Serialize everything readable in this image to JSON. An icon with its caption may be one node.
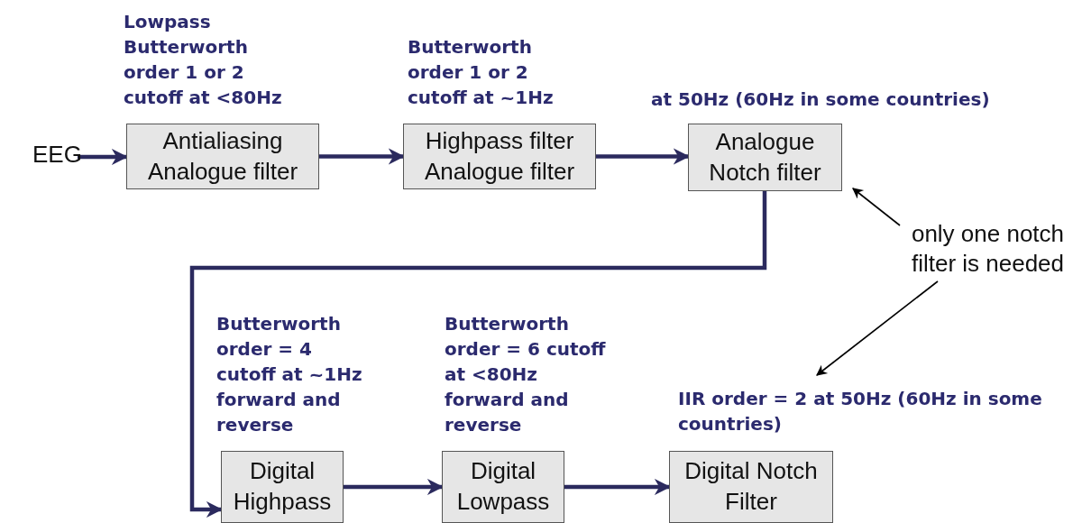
{
  "diagram": {
    "nodes": [
      {
        "text": [
          "EEG"
        ]
      },
      {
        "text": [
          "Antialiasing Analogue filter"
        ],
        "beside": [
          "Lowpass Butterworth order 1 or  2 cutoff at <80Hz"
        ]
      },
      {
        "text": [
          "Highpass filter Analogue filter"
        ],
        "beside": [
          "Butterworth order 1 or 2 cutoff at ~1Hz"
        ]
      },
      {
        "text": [
          "Analogue Notch filter"
        ],
        "beside": [
          "at 50Hz (60Hz in some countries)"
        ]
      },
      {
        "text": [
          "Digital Highpass"
        ],
        "beside": [
          "Butterworth order = 4 cutoff at ~1Hz forward and reverse"
        ]
      },
      {
        "text": [
          "Digital Lowpass"
        ],
        "beside": [
          "Butterworth order = 6 cutoff at <80Hz forward and reverse"
        ]
      },
      {
        "text": [
          "Digital Notch Filter"
        ],
        "beside": [
          "IIR order = 2 at 50Hz (60Hz in some countries)"
        ]
      },
      {
        "text": [
          "only one notch filter is needed"
        ]
      }
    ],
    "edges": [
      {
        "from": 0,
        "to": 1,
        "arrow": "to"
      },
      {
        "from": 1,
        "to": 2,
        "arrow": "to"
      },
      {
        "from": 2,
        "to": 3,
        "arrow": "to"
      },
      {
        "from": 3,
        "to": 4,
        "arrow": "to"
      },
      {
        "from": 4,
        "to": 5,
        "arrow": "to"
      },
      {
        "from": 5,
        "to": 6,
        "arrow": "to"
      },
      {
        "from": 7,
        "to": 3,
        "arrow": "to",
        "color": "#000000"
      },
      {
        "from": 7,
        "to": 6,
        "arrow": "to",
        "color": "#000000"
      }
    ]
  }
}
